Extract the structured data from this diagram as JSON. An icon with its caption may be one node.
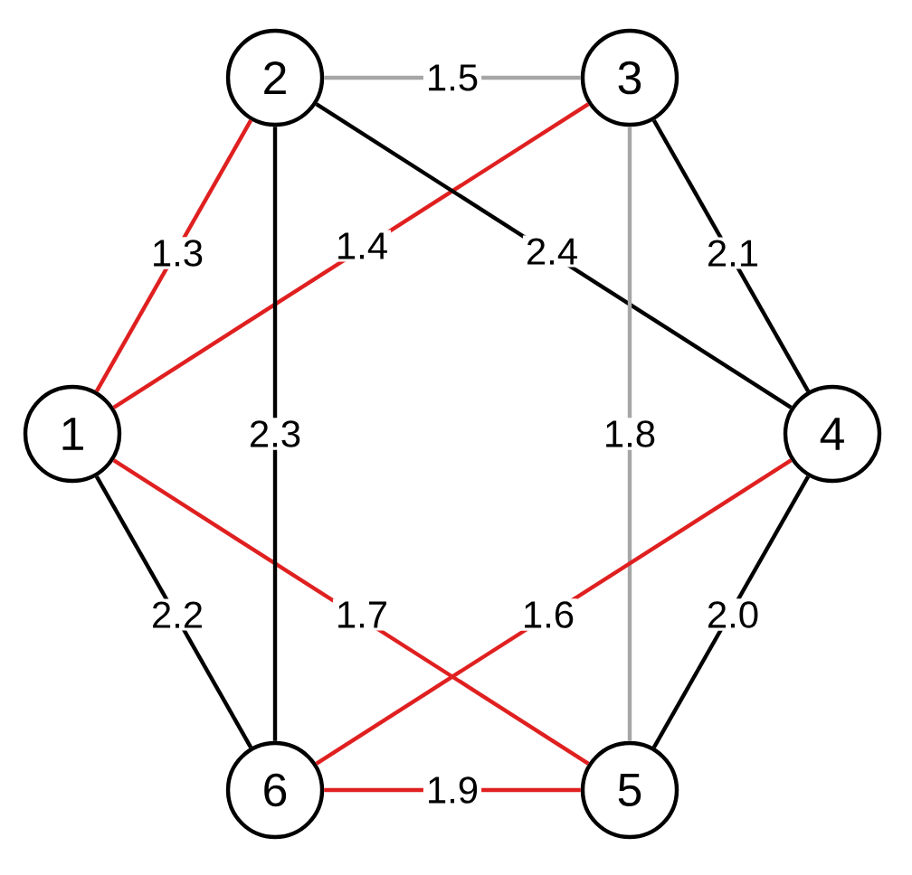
{
  "diagram": {
    "nodes": [
      {
        "text": [
          "1"
        ]
      },
      {
        "text": [
          "2"
        ]
      },
      {
        "text": [
          "3"
        ]
      },
      {
        "text": [
          "4"
        ]
      },
      {
        "text": [
          "5"
        ]
      },
      {
        "text": [
          "6"
        ]
      }
    ],
    "edges": [
      {
        "from": 0,
        "to": 1,
        "arrow": "none",
        "label": "1.3",
        "color": "#e02020"
      },
      {
        "from": 0,
        "to": 2,
        "arrow": "none",
        "label": "1.4",
        "color": "#e02020"
      },
      {
        "from": 0,
        "to": 5,
        "arrow": "none",
        "label": "2.2",
        "color": "#000000"
      },
      {
        "from": 0,
        "to": 4,
        "arrow": "none",
        "label": "1.7",
        "color": "#e02020"
      },
      {
        "from": 1,
        "to": 2,
        "arrow": "none",
        "label": "1.5",
        "color": "#a6a6a6"
      },
      {
        "from": 1,
        "to": 3,
        "arrow": "none",
        "label": "2.4",
        "color": "#000000"
      },
      {
        "from": 1,
        "to": 5,
        "arrow": "none",
        "label": "2.3",
        "color": "#000000"
      },
      {
        "from": 2,
        "to": 3,
        "arrow": "none",
        "label": "2.1",
        "color": "#000000"
      },
      {
        "from": 2,
        "to": 4,
        "arrow": "none",
        "label": "1.8",
        "color": "#a6a6a6"
      },
      {
        "from": 3,
        "to": 5,
        "arrow": "none",
        "label": "1.6",
        "color": "#e02020"
      },
      {
        "from": 3,
        "to": 4,
        "arrow": "none",
        "label": "2.0",
        "color": "#000000"
      },
      {
        "from": 5,
        "to": 4,
        "arrow": "none",
        "label": "1.9",
        "color": "#e02020"
      }
    ]
  }
}
